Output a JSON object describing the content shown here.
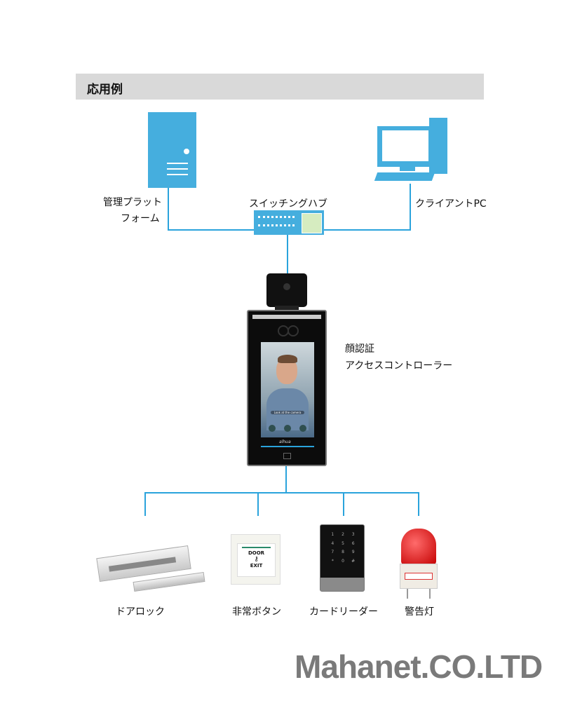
{
  "header": {
    "title": "応用例"
  },
  "nodes": {
    "server": {
      "label_line1": "管理プラット",
      "label_line2": "フォーム"
    },
    "switch": {
      "label": "スイッチングハブ"
    },
    "client": {
      "label": "クライアントPC"
    },
    "controller": {
      "label_line1": "顔認証",
      "label_line2": "アクセスコントローラー",
      "screen_prompt": "Look at the camera",
      "brand": "alhua"
    },
    "door_lock": {
      "label": "ドアロック"
    },
    "exit_button": {
      "label": "非常ボタン",
      "text_top": "DOOR",
      "text_bottom": "EXIT"
    },
    "card_reader": {
      "label": "カードリーダー",
      "keys": [
        "1",
        "2",
        "3",
        "4",
        "5",
        "6",
        "7",
        "8",
        "9",
        "*",
        "0",
        "#"
      ]
    },
    "alarm_lamp": {
      "label": "警告灯"
    }
  },
  "watermark": "Mahanet.CO.LTD",
  "colors": {
    "accent": "#2aa3dc",
    "header_bg": "#d9d9d9",
    "watermark": "#7a7a7a"
  }
}
